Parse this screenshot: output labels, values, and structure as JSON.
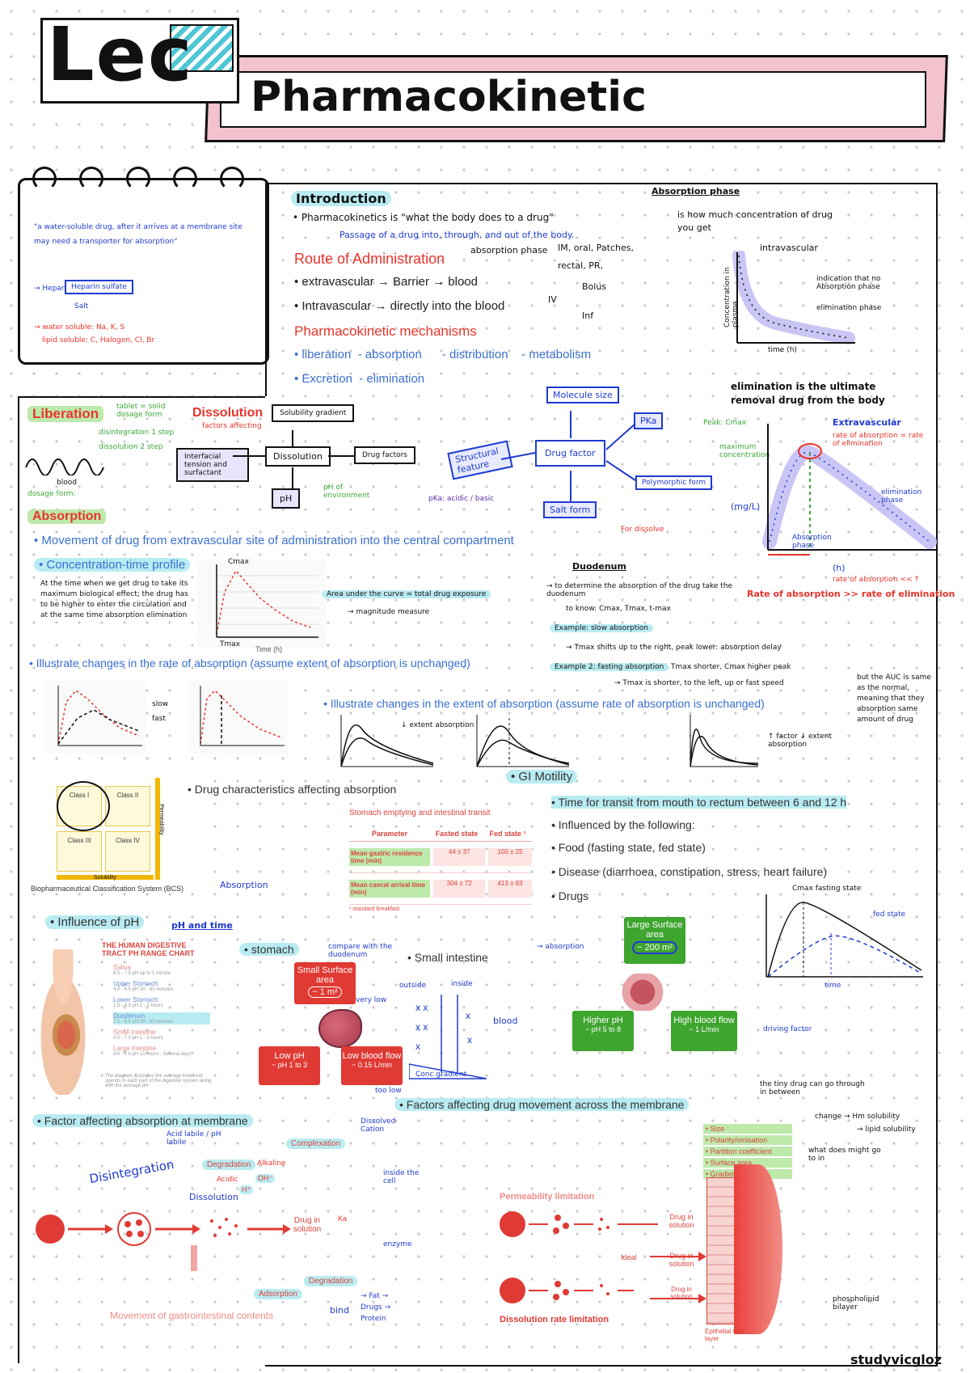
{
  "header": {
    "lec": "Lec",
    "title": "Pharmacokinetic",
    "footer": "studyvicgloz"
  },
  "notebook": {
    "line1": "\"a water-soluble drug, after it arrives at a membrane site may need a transporter for absorption\"",
    "line2": "→ Heparin",
    "heparin_box": "Heparin sulfate",
    "salt": "Salt",
    "water_soluble": "→ water soluble: Na, K, S",
    "lipid_soluble": "lipid soluble: C, Halogen, Cl, Br"
  },
  "intro": {
    "heading": "Introduction",
    "def": "• Pharmacokinetics is \"what the body does to a drug\"",
    "passage": "Passage of a drug into, through, and out of the body.",
    "route_heading": "Route of Administration",
    "absorption_phase": "absorption phase",
    "routes": "IM, oral, Patches, rectal, PR,",
    "extravascular": "• extravascular → Barrier → blood",
    "intravascular": "• Intravascular → directly into the blood",
    "iv": "IV",
    "bolus": "Bolus",
    "inf": "Inf",
    "mech_heading": "Pharmacokinetic mechanisms",
    "mech1": "• liberation  - absorption      - distribution    - metabolism",
    "mech2": "• Excretion  - elimination"
  },
  "abs_phase": {
    "title": "Absorption phase",
    "desc": "is how much concentration of drug you get",
    "intravascular": "intravascular",
    "ylabel": "Concentration in plasma",
    "xlabel": "time (h)",
    "indication": "indication that no Absorption phase",
    "elimination": "elimination phase"
  },
  "liberation": {
    "heading": "Liberation",
    "tablet": "tablet = solid dosage form",
    "disintegration": "disintegration 1 step",
    "dissolution": "dissolution 2 step",
    "blood": "blood",
    "dosage": "dosage form:",
    "absorption_heading": "Absorption"
  },
  "dissolution": {
    "heading": "Dissolution",
    "subnote": "factors affecting",
    "box_solubility": "Solubility gradient",
    "box_dissolution": "Dissolution",
    "box_interfacial": "Interfacial tension and surfactant",
    "box_drug_factors": "Drug factors",
    "box_ph": "pH",
    "box_structural": "Structural feature",
    "box_molecule": "Molecule size",
    "box_drug_factor": "Drug factor",
    "box_pka": "PKa",
    "box_polymorphic": "Polymorphic form",
    "box_salt": "Salt form",
    "ph_env": "pH of environment",
    "for_dissolve": "For dissolve",
    "pka_note": "pKa: acidic / basic"
  },
  "elimination": {
    "title": "elimination is the ultimate removal drug from the body",
    "extravascular": "Extravascular",
    "rate_eq": "rate of absorption = rate of elimination",
    "peak": "Peak: Cmax",
    "max_conc": "maximum concentration",
    "ylabel": "(mg/L)",
    "elim_phase": "elimination phase",
    "abs_phase": "Absorption phase",
    "xlabel": "(h)",
    "rate_lt": "rate of absorption << ?",
    "rate_gt": "Rate of absorption >> rate of elimination"
  },
  "absorption": {
    "movement": "• Movement of drug from extravascular site of administration into the central compartment",
    "ct_profile": "• Concentration-time profile",
    "ct_note": "At the time when we get drug to take its maximum biological effect; the drug has to be higher to enter the circulation and at the same time absorption elimination",
    "auc": "Area under the curve = total drug exposure",
    "magnitude": "→ magnitude measure",
    "cmax": "Cmax",
    "tmax": "Tmax",
    "time_label": "Time (h)",
    "illus_rate": "• Illustrate changes in the rate of absorption (assume extent of absorption is unchanged)",
    "illus_extent": "• Illustrate changes in the extent of absorption (assume rate of absorption is unchanged)",
    "slow": "slow",
    "fast": "fast",
    "extent_note": "↓ extent absorption",
    "extent_note2": "↑ factor ↓ extent absorption",
    "same_auc": "but the AUC is same as the normal, meaning that they absorption same amount of drug"
  },
  "duodenum": {
    "title": "Duodenum",
    "line1": "→ to determine the absorption of the drug take the duodenum",
    "line2": "to know: Cmax, Tmax, t-max",
    "ex1": "Example: slow absorption",
    "ex1_note": "→ Tmax shifts up to the right, peak lower: absorption delay",
    "ex2": "Example 2: fasting absorption",
    "ex2_note": "Tmax shorter, Cmax higher peak",
    "ex2_note2": "→ Tmax is shorter, to the left, up or fast speed"
  },
  "bcs": {
    "class1": "Class I",
    "class2": "Class II",
    "class3": "Class III",
    "class4": "Class IV",
    "solubility": "Solubility",
    "permeability": "Permeability",
    "title": "Biopharmaceutical Classification System (BCS)",
    "absorption_note": "Absorption",
    "drug_char": "• Drug characteristics affecting absorption"
  },
  "stomach_table": {
    "title": "Stomach emptying and intestinal transit",
    "headers": [
      "Parameter",
      "Fasted state",
      "Fed state ¹"
    ],
    "rows": [
      [
        "Mean gastric residence time (min)",
        "44 ± 37",
        "100 ± 25"
      ],
      [
        "Mean caecal arrival time (min)",
        "304 ± 72",
        "413 ± 63"
      ]
    ],
    "footnote": "¹ standard breakfast"
  },
  "gi": {
    "heading": "• GI Motility",
    "items": [
      "• Time for transit from mouth to rectum between 6 and 12 h",
      "• Influenced by the following:",
      "• Food (fasting state, fed state)",
      "• Disease (diarrhoea, constipation, stress, heart failure)",
      "• Drugs"
    ],
    "fasting": "Cmax fasting state",
    "fed_state": "fed state",
    "time": "time"
  },
  "ph": {
    "heading": "• Influence of pH",
    "note": "pH and time",
    "chart_title": "THE HUMAN DIGESTIVE TRACT PH RANGE CHART",
    "regions": [
      [
        "Saliva",
        "6.5 - 7.5 pH up to 1 minute"
      ],
      [
        "Upper Stomach",
        "4.0 - 6.5 pH 30 - 60 minutes"
      ],
      [
        "Lower Stomach",
        "1.5 - 4.0 pH 1 - 3 hours"
      ],
      [
        "Duodenum",
        "7.0 - 8.5 pH 30 - 60 minutes"
      ],
      [
        "Small Intestine",
        "4.0 - 7.0 pH 1 - 5 hours"
      ],
      [
        "Large Intestine",
        "4.0 - 7.0 pH 10 hours - Several days"
      ]
    ],
    "caption": "The diagram illustrates the average time food spends in each part of the digestive system along with the average pH"
  },
  "stomach": {
    "heading": "• stomach",
    "compare": "compare with the duodenum",
    "small_surface": "Small Surface area",
    "small_surface_val": "~ 1 m²",
    "low_ph": "Low pH",
    "low_ph_val": "~ pH 1 to 3",
    "low_blood": "Low blood flow",
    "low_blood_val": "~ 0.15 L/min",
    "very_low": "very low",
    "too_low": "too low"
  },
  "small_intestine": {
    "heading": "• Small intestine",
    "outside": "outside",
    "inside": "inside",
    "blood": "blood",
    "conc_gradient": "Conc gradient",
    "large_surface": "Large Surface area",
    "large_surface_val": "~ 200 m²",
    "higher_ph": "Higher pH",
    "higher_ph_val": "~ pH 5 to 8",
    "high_blood": "High blood flow",
    "high_blood_val": "~ 1 L/min",
    "absorption_site": "→ absorption",
    "driving": "driving factor"
  },
  "membrane": {
    "heading": "• Factor affecting absorption at membrane",
    "acid_labile": "Acid labile / pH labile",
    "complexation": "Complexation",
    "degradation": "Degradation",
    "acidic": "Acidic",
    "alkaline": "Alkaline",
    "h_plus": "H⁺",
    "oh_minus": "OH⁻",
    "disintegration": "Disintegration",
    "dissolution": "Dissolution",
    "drug_in_solution": "Drug in solution",
    "ka": "Ka",
    "degradation2": "Degradation",
    "adsorption": "Adsorption",
    "movement": "Movement of gastrointestinal contents",
    "bind": "bind",
    "bind_items": "→ Fat → Drugs → Protein",
    "enzyme": "enzyme",
    "inside_cell": "inside the cell",
    "dissolved": "Dissolved Cation"
  },
  "movement_factors": {
    "heading": "• Factors affecting drug movement across the membrane",
    "items": [
      "• Size",
      "• Polarity/ionisation",
      "• Partition coefficient",
      "• Surface area",
      "• Gradient"
    ],
    "permeability": "Permeability limitation",
    "drug_in_solution": "Drug in solution",
    "ideal": "Ideal",
    "dissolution_rate": "Dissolution rate limitation",
    "epithelial": "Epithelial Cell layer",
    "change": "change → Hm solubility",
    "lipid": "→ lipid solubility",
    "phospholipid": "phospholipid bilayer",
    "note_a": "the tiny drug can go through in between",
    "note_b": "what does might go to in"
  }
}
